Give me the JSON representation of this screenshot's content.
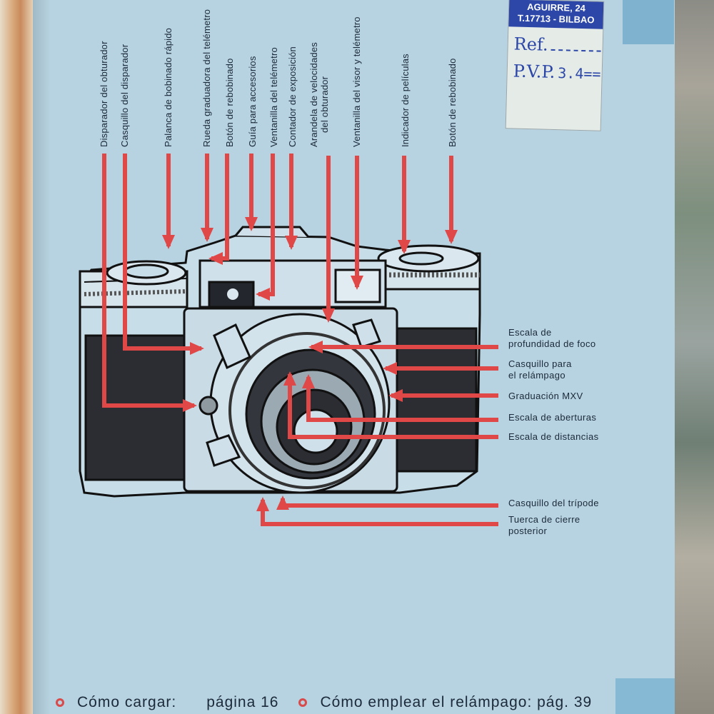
{
  "stamp": {
    "line1": "AGUIRRE, 24",
    "line2": "T.17713 - BILBAO",
    "ref_label": "Ref.",
    "pvp_label": "P.V.P.",
    "pvp_value": "3.4=="
  },
  "top_labels": [
    {
      "text": "Disparador del obturador"
    },
    {
      "text": "Casquillo del disparador"
    },
    {
      "text": "Palanca de bobinado rápido"
    },
    {
      "text": "Rueda graduadora del telémetro"
    },
    {
      "text": "Botón de rebobinado"
    },
    {
      "text": "Guía para accesorios"
    },
    {
      "text": "Ventanilla del telémetro"
    },
    {
      "text": "Contador de exposición"
    },
    {
      "text": "Arandela de velocidades",
      "text2": "del obturador"
    },
    {
      "text": "Ventanilla del visor y telémetro"
    },
    {
      "text": "Indicador de películas"
    },
    {
      "text": "Botón de rebobinado"
    }
  ],
  "side_labels": [
    {
      "line1": "Escala de",
      "line2": "profundidad de foco"
    },
    {
      "line1": "Casquillo para",
      "line2": "el relámpago"
    },
    {
      "line1": "Graduación MXV",
      "line2": ""
    },
    {
      "line1": "Escala de aberturas",
      "line2": ""
    },
    {
      "line1": "Escala de distancias",
      "line2": ""
    },
    {
      "line1": "Casquillo del trípode",
      "line2": ""
    },
    {
      "line1": "Tuerca de cierre",
      "line2": "posterior"
    }
  ],
  "footer": {
    "item1_label": "Cómo cargar:",
    "item1_page": "página 16",
    "item2_label": "Cómo emplear el relámpago:",
    "item2_page": "pág. 39"
  },
  "colors": {
    "page": "#b7d2e0",
    "arrow": "#e04848",
    "ink": "#1b2a3a",
    "stamp_blue": "#2c47a8"
  }
}
